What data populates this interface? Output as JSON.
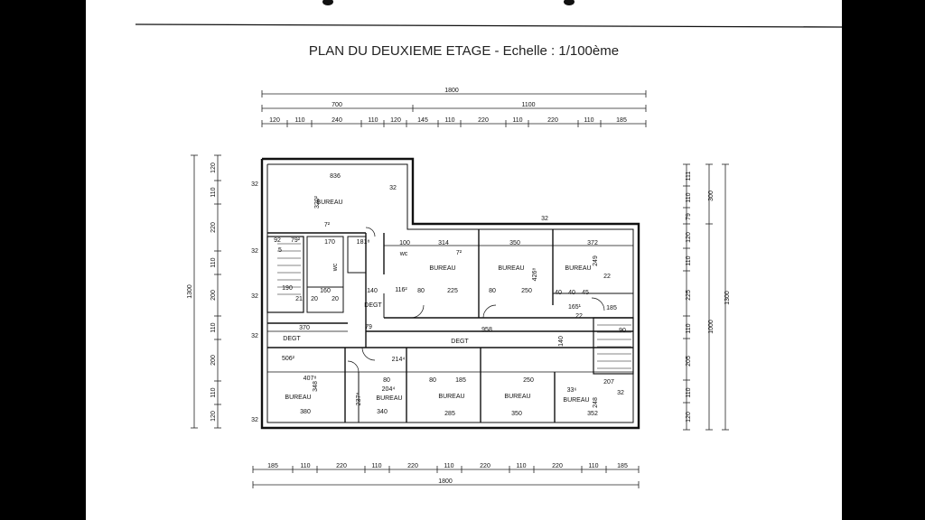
{
  "title": "PLAN DU DEUXIEME ETAGE - Echelle : 1/100ème",
  "top_dimensions": {
    "overall": "1800",
    "row2": [
      "700",
      "1100"
    ],
    "row3": [
      "120",
      "110",
      "240",
      "110",
      "120",
      "145",
      "110",
      "220",
      "110",
      "220",
      "110",
      "185"
    ]
  },
  "bottom_dimensions": {
    "row1": [
      "185",
      "110",
      "220",
      "110",
      "220",
      "110",
      "220",
      "110",
      "220",
      "110",
      "185"
    ],
    "overall": "1800"
  },
  "left_dimensions": {
    "overall": "1300",
    "segments": [
      "120",
      "110",
      "220",
      "110",
      "200",
      "110",
      "200",
      "110",
      "120"
    ]
  },
  "right_dimensions": {
    "col1": [
      "111",
      "110",
      "79",
      "120",
      "110",
      "225",
      "110",
      "205",
      "110",
      "120"
    ],
    "col2": [
      "300",
      "1000"
    ],
    "overall": "1300"
  },
  "rooms": {
    "bureau_top": "BUREAU",
    "bureau_mid1": "BUREAU",
    "bureau_mid2": "BUREAU",
    "bureau_mid3": "BUREAU",
    "bureau_bot1": "BUREAU",
    "bureau_bot2": "BUREAU",
    "bureau_bot3": "BUREAU",
    "bureau_bot4": "BUREAU",
    "bureau_bot5": "BUREAU",
    "degt_left": "DEGT",
    "degt_mid": "DEGT",
    "degt_corr": "DEGT",
    "wc1": "wc",
    "wc2": "wc"
  },
  "interior_dims": {
    "d836": "836",
    "d320": "320²",
    "d32a": "32",
    "d32b": "32",
    "d32c": "32",
    "d32d": "32",
    "d32e": "32",
    "d32f": "32",
    "d32g": "32",
    "d32h": "32",
    "d314": "314",
    "d350": "350",
    "d372": "372",
    "d249": "249",
    "d426": "426⁸",
    "d225": "225",
    "d250": "250",
    "d80a": "80",
    "d80b": "80",
    "d140": "140",
    "d116": "116²",
    "d160": "160",
    "d20a": "20",
    "d20b": "20",
    "d165": "165¹",
    "d185": "185",
    "d90": "90",
    "d40a": "40",
    "d40b": "40",
    "d45": "45",
    "d22a": "22",
    "d22b": "22",
    "d370": "370",
    "d958": "958",
    "d79": "79",
    "d140b": "140",
    "d506": "506²",
    "d214": "214⁴",
    "d407": "407⁸",
    "d80c": "80",
    "d80d": "80",
    "d185b": "185",
    "d250b": "250",
    "d207": "207",
    "d380": "380",
    "d340": "340",
    "d285": "285",
    "d350b": "350",
    "d352": "352",
    "d204": "204⁴",
    "d237": "237⁸",
    "d348": "348",
    "d336": "33⁶",
    "d248": "248",
    "d92": "92",
    "d79b": "79²",
    "d170": "170",
    "d181": "181⁸",
    "d100": "100",
    "d5": "5",
    "d190": "190",
    "d21": "21",
    "d7a": "7²",
    "d7b": "7²"
  }
}
